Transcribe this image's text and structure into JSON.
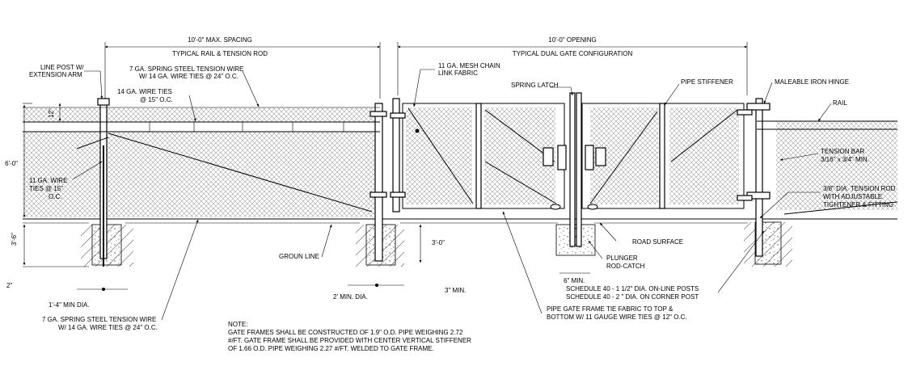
{
  "dimensions": {
    "max_spacing": "10'-0\" MAX. SPACING",
    "opening": "10'-0\" OPENING",
    "height_6": "6'-0\"",
    "height_12": "12\"",
    "depth_36": "3'-6\"",
    "depth_3": "3'-0\"",
    "grade_2": "2\"",
    "min_dia_1_4": "1'-4\" MIN DIA.",
    "min_dia_2": "2' MIN.  DIA.",
    "min_3": "3\" MIN.",
    "min_6": "6\" MIN."
  },
  "section_titles": {
    "rail": "TYPICAL RAIL & TENSION ROD",
    "gate": "TYPICAL DUAL GATE CONFIGURATION"
  },
  "labels": {
    "line_post_1": "LINE POST W/",
    "line_post_2": "EXTENSION ARM",
    "tension_wire_1": "7 GA. SPRING STEEL TENSION WIRE",
    "tension_wire_2": "W/ 14 GA. WIRE TIES @ 24\" O.C.",
    "wire_ties_1": "14 GA. WIRE TIES",
    "wire_ties_2": "@ 15\" O.C.",
    "mesh_1": "11 GA. MESH CHAIN",
    "mesh_2": "LINK FABRIC",
    "spring_latch": "SPRING LATCH",
    "pipe_stiffener": "PIPE STIFFENER",
    "hinge": "MALEABLE IRON HINGE",
    "rail": "RAIL",
    "tension_bar_1": "TENSION BAR",
    "tension_bar_2": "3/16\" x 3/4\" MIN.",
    "ga11_ties_1": "11 GA. WIRE",
    "ga11_ties_2": "TIES @ 15\"",
    "ga11_ties_3": "O.C.",
    "tension_rod_1": "3/8\" DIA. TENSION ROD",
    "tension_rod_2": "WITH ADJUSTABLE",
    "tension_rod_3": "TIGHTENER & FITTING",
    "ground_line": "GROUN LINE",
    "road_surface": "ROAD SURFACE",
    "plunger_1": "PLUNGER",
    "plunger_2": "ROD-CATCH",
    "schedule_1": "SCHEDULE 40 - 1 1/2\" DIA. ON-LINE POSTS",
    "schedule_2": "SCHEDULE 40 - 2 \" DIA. ON CORNER POST",
    "pipe_frame_1": "PIPE GATE FRAME TIE FABRIC TO TOP &",
    "pipe_frame_2": "BOTTOM W/ 11 GAUGE WIRE TIES @ 12\" O.C.",
    "bottom_wire_1": "7 GA. SPRING STEEL TENSION WIRE",
    "bottom_wire_2": "W/ 14 GA. WIRE TIES @ 24\" O.C."
  },
  "note": {
    "title": "NOTE:",
    "lines": [
      "GATE FRAMES SHALL BE CONSTRUCTED OF 1.9\" O.D. PIPE WEIGHING 2.72",
      "#/FT. GATE FRAME SHALL BE PROVIDED WITH CENTER VERTICAL STIFFENER",
      "OF 1.66 O.D. PIPE WEIGHING 2.27 #/FT. WELDED TO GATE FRAME."
    ]
  }
}
